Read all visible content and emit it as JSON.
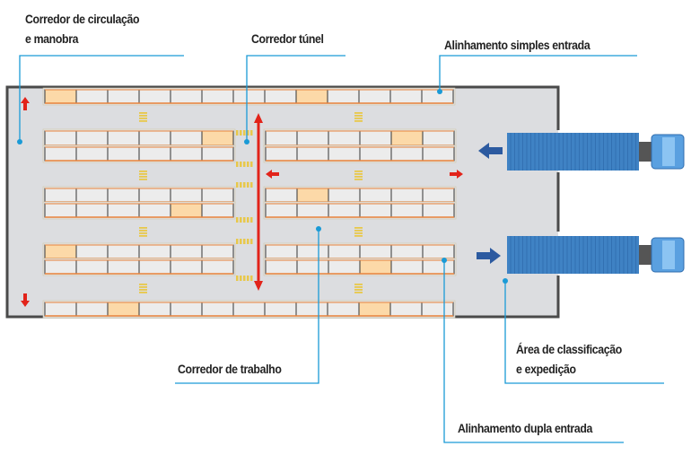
{
  "labels": {
    "circulation_line1": "Corredor de circulação",
    "circulation_line2": "e manobra",
    "tunnel": "Corredor túnel",
    "single_entry": "Alinhamento simples entrada",
    "work_aisle": "Corredor de trabalho",
    "sorting_line1": "Área de classificação",
    "sorting_line2": "e expedição",
    "double_entry": "Alinhamento dupla entrada"
  },
  "colors": {
    "floor": "#dcdde0",
    "wall": "#4a4a4a",
    "rack": "#e8823a",
    "pallet": "#fcd9a8",
    "callout": "#1a9ad6",
    "flow_arrow": "#e2231a",
    "truck_arrow": "#2c5aa0",
    "truck": "#3f82c4",
    "marking": "#e8c84a"
  }
}
